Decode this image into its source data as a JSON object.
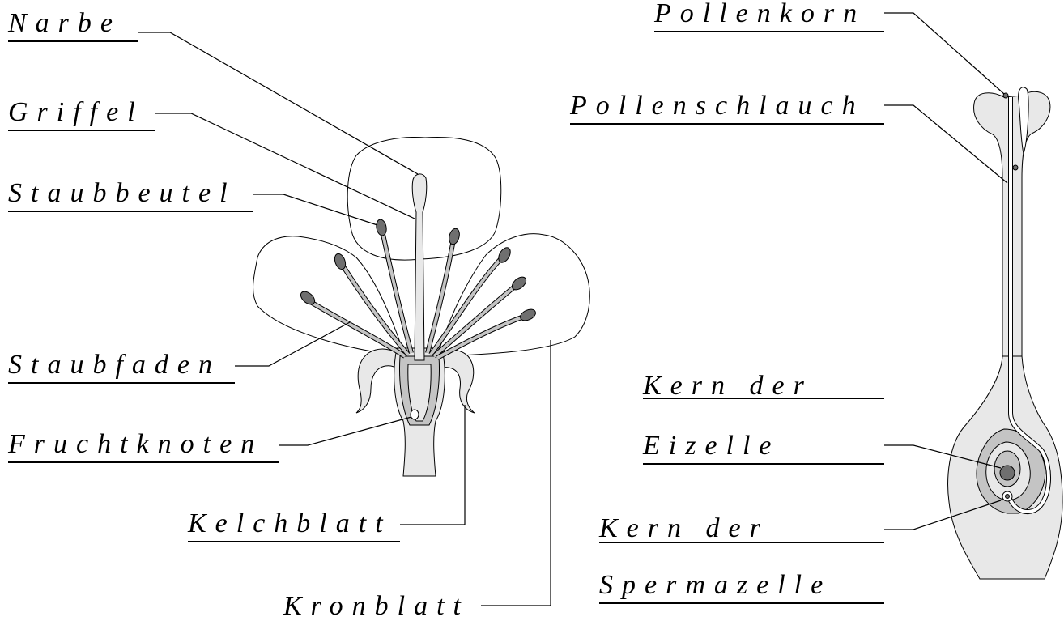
{
  "flower_labels": {
    "narbe": "Narbe",
    "griffel": "Griffel",
    "staubbeutel": "Staubbeutel",
    "staubfaden": "Staubfaden",
    "fruchtknoten": "Fruchtknoten",
    "kelchblatt": "Kelchblatt",
    "kronblatt": "Kronblatt"
  },
  "ovary_labels": {
    "pollenkorn": "Pollenkorn",
    "pollenschlauch": "Pollenschlauch",
    "kern_der_1": "Kern der",
    "eizelle": "Eizelle",
    "kern_der_2": "Kern der",
    "spermazelle": "Spermazelle"
  },
  "colors": {
    "petal_fill": "#ffffff",
    "tissue_light": "#e8e8e8",
    "tissue_mid": "#c4c4c4",
    "anther": "#6f6f6f",
    "outline": "#000000"
  }
}
